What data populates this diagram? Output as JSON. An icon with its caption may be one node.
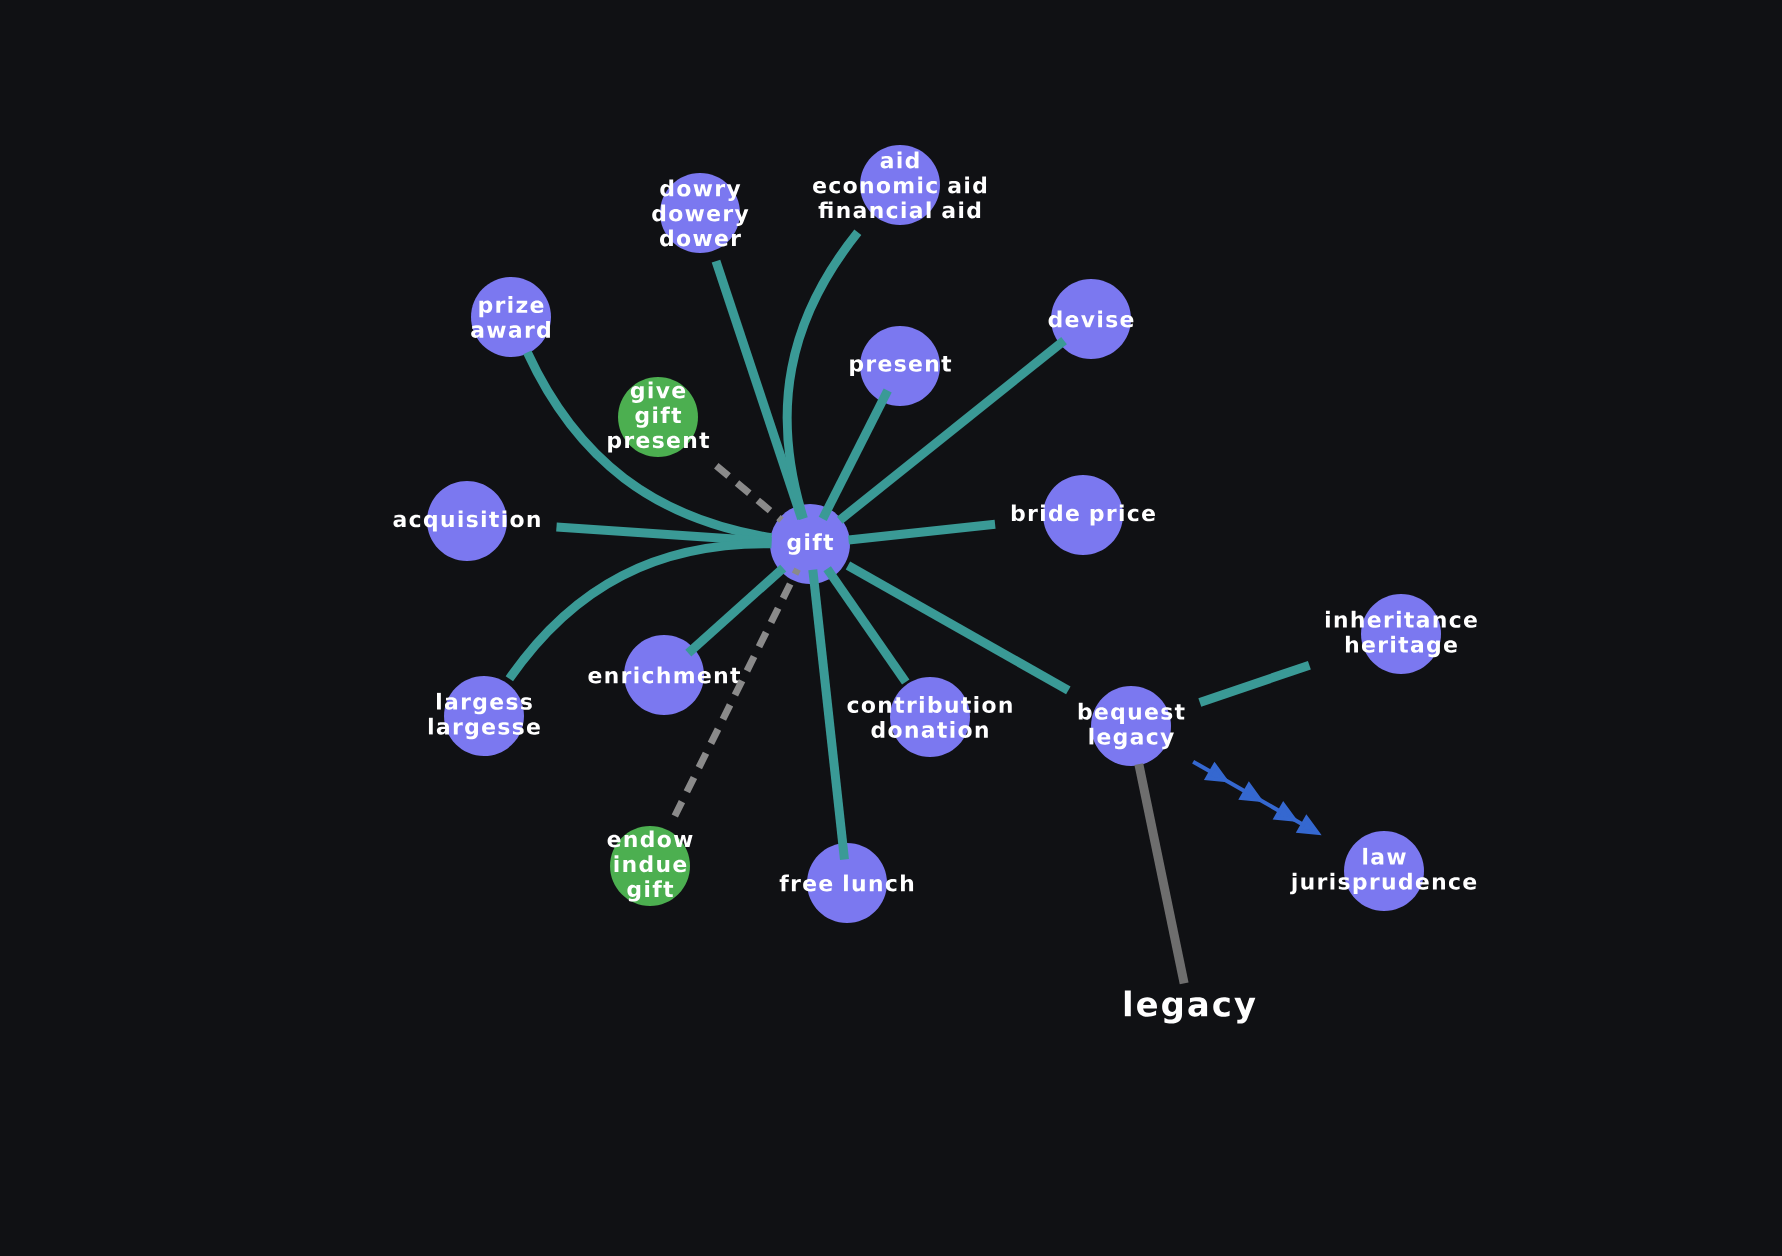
{
  "diagram": {
    "nodes": [
      {
        "text": [
          "gift"
        ]
      },
      {
        "text": [
          "dowry",
          "dowery",
          "dower"
        ]
      },
      {
        "text": [
          "aid",
          "economic aid",
          "financial aid"
        ]
      },
      {
        "text": [
          "prize",
          "award"
        ]
      },
      {
        "text": [
          "give",
          "gift",
          "present"
        ]
      },
      {
        "text": [
          "present"
        ]
      },
      {
        "text": [
          "devise"
        ]
      },
      {
        "text": [
          "acquisition"
        ]
      },
      {
        "text": [
          "bride price"
        ]
      },
      {
        "text": [
          "inheritance",
          "heritage"
        ]
      },
      {
        "text": [
          "largess",
          "largesse"
        ]
      },
      {
        "text": [
          "enrichment"
        ]
      },
      {
        "text": [
          "contribution",
          "donation"
        ]
      },
      {
        "text": [
          "bequest",
          "legacy"
        ]
      },
      {
        "text": [
          "endow",
          "indue",
          "gift"
        ]
      },
      {
        "text": [
          "free lunch"
        ]
      },
      {
        "text": [
          "law",
          "jurisprudence"
        ]
      },
      {
        "text": [
          "legacy"
        ]
      }
    ],
    "edges": [
      {
        "from": 0,
        "to": 1,
        "arrow": "none"
      },
      {
        "from": 0,
        "to": 2,
        "arrow": "none"
      },
      {
        "from": 0,
        "to": 3,
        "arrow": "none"
      },
      {
        "from": 4,
        "to": 0,
        "arrow": "none",
        "style": "dashed",
        "color": "#8a8a8a"
      },
      {
        "from": 0,
        "to": 5,
        "arrow": "none"
      },
      {
        "from": 0,
        "to": 6,
        "arrow": "none"
      },
      {
        "from": 0,
        "to": 7,
        "arrow": "none"
      },
      {
        "from": 0,
        "to": 8,
        "arrow": "none"
      },
      {
        "from": 0,
        "to": 10,
        "arrow": "none"
      },
      {
        "from": 0,
        "to": 11,
        "arrow": "none"
      },
      {
        "from": 0,
        "to": 12,
        "arrow": "none"
      },
      {
        "from": 0,
        "to": 13,
        "arrow": "none"
      },
      {
        "from": 14,
        "to": 0,
        "arrow": "none",
        "style": "dashed",
        "color": "#8a8a8a"
      },
      {
        "from": 0,
        "to": 15,
        "arrow": "none"
      },
      {
        "from": 13,
        "to": 9,
        "arrow": "none"
      },
      {
        "from": 13,
        "to": 16,
        "arrow": "to",
        "color": "#3568d0"
      },
      {
        "from": 13,
        "to": 17,
        "arrow": "none",
        "color": "#6e6e6e"
      }
    ]
  }
}
